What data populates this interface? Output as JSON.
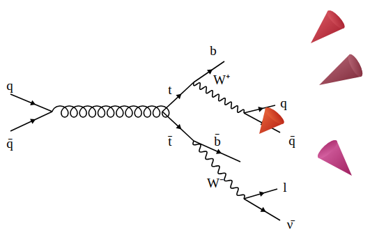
{
  "diagram": {
    "labels": [
      "q",
      "q̄",
      "t",
      "t̄",
      "b",
      "W⁺",
      "q",
      "q̄",
      "b̄",
      "W⁻",
      "l",
      "ν̄"
    ]
  }
}
